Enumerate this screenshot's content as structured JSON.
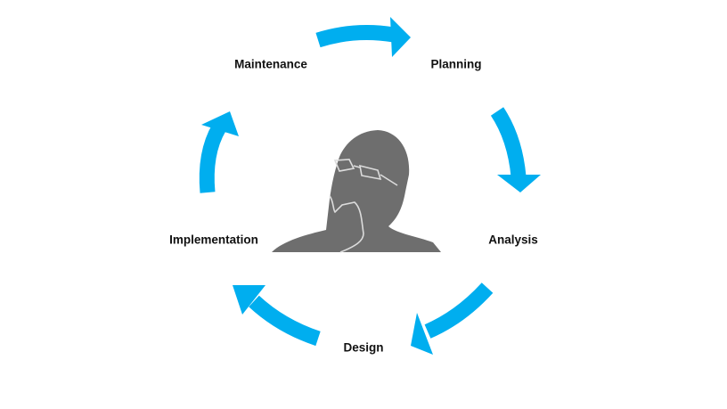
{
  "diagram": {
    "type": "cycle",
    "stages": [
      "Planning",
      "Analysis",
      "Design",
      "Implementation",
      "Maintenance"
    ],
    "arrow_color": "#00AEEF",
    "figure_color": "#6E6E6E",
    "center_figure": "thinking-person-silhouette"
  }
}
